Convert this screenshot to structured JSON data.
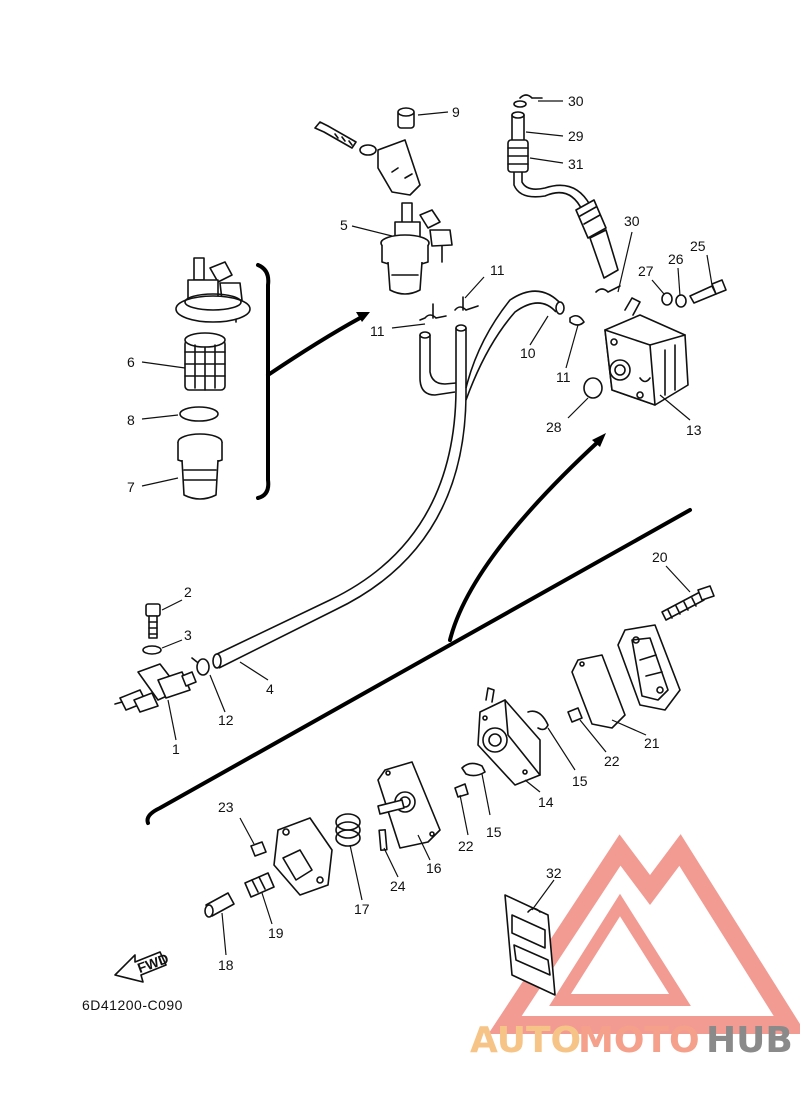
{
  "diagram_code": "6D41200-C090",
  "fwd_label": "FWD",
  "callouts": [
    "1",
    "2",
    "3",
    "4",
    "5",
    "6",
    "7",
    "8",
    "9",
    "10",
    "11",
    "11",
    "11",
    "12",
    "13",
    "14",
    "15",
    "15",
    "16",
    "17",
    "18",
    "19",
    "20",
    "21",
    "22",
    "22",
    "23",
    "24",
    "25",
    "26",
    "27",
    "28",
    "29",
    "30",
    "30",
    "31",
    "32"
  ],
  "watermark": {
    "part1": "AUTO",
    "part2": "MOTO",
    "part3": "HUB",
    "color_auto": "#f6c487",
    "color_moto": "#f4a08a",
    "color_hub": "#8a8a8a",
    "triangle_color": "#f08a80"
  }
}
